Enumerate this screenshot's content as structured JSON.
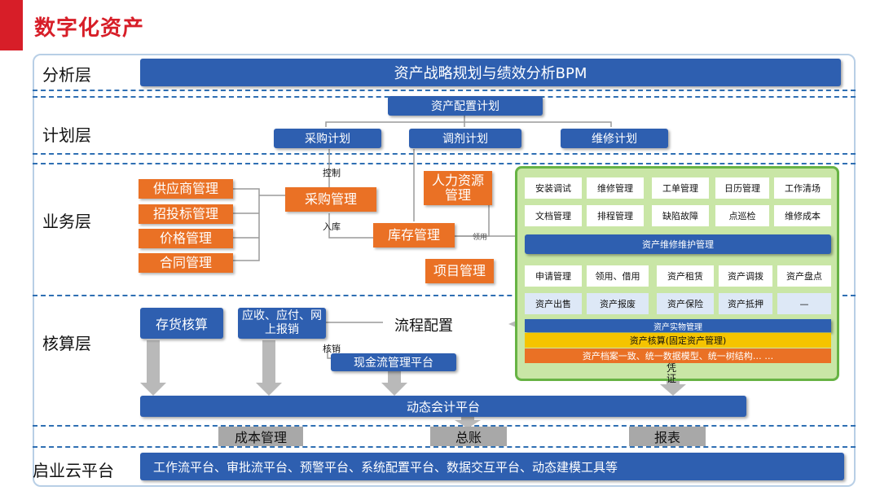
{
  "title": "数字化资产",
  "layers": {
    "analysis": "分析层",
    "plan": "计划层",
    "business": "业务层",
    "accounting": "核算层",
    "cloud": "启业云平台"
  },
  "analysis": {
    "bpm": "资产战略规划与绩效分析BPM"
  },
  "plan": {
    "config": "资产配置计划",
    "items": [
      "采购计划",
      "调剂计划",
      "维修计划"
    ]
  },
  "business": {
    "left": [
      "供应商管理",
      "招投标管理",
      "价格管理",
      "合同管理"
    ],
    "purchase": "采购管理",
    "hr": "人力资源管理",
    "inventory": "库存管理",
    "project": "项目管理",
    "label_control": "控制",
    "label_inbound": "入库",
    "label_side": "领用"
  },
  "green_panel": {
    "row1": [
      "安装调试",
      "维修管理",
      "工单管理",
      "日历管理",
      "工作清场"
    ],
    "row2": [
      "文档管理",
      "排程管理",
      "缺陷故障",
      "点巡检",
      "维修成本"
    ],
    "maint_bar": "资产维修维护管理",
    "row3": [
      "申请管理",
      "领用、借用",
      "资产租赁",
      "资产调拨",
      "资产盘点"
    ],
    "row4": [
      "资产出售",
      "资产报废",
      "资产保险",
      "资产抵押",
      "—"
    ],
    "physical": "资产实物管理",
    "accounting_bar": "资产核算(固定资产管理)",
    "archive_bar": "资产档案一致、统一数据模型、统一树结构… …",
    "voucher": "凭证"
  },
  "accounting": {
    "inventory_acct": "存货核算",
    "ar_ap": "应收、应付、网上报销",
    "flow_config": "流程配置",
    "writeoff": "核销",
    "cash": "现金流管理平台",
    "dynamic": "动态会计平台",
    "bottom": [
      "成本管理",
      "总账",
      "报表"
    ]
  },
  "cloud": {
    "platforms": "工作流平台、审批流平台、预警平台、系统配置平台、数据交互平台、动态建模工具等"
  },
  "colors": {
    "blue": "#2e5fb0",
    "orange": "#ea7125",
    "green": "#67b344",
    "red": "#d71e28"
  }
}
